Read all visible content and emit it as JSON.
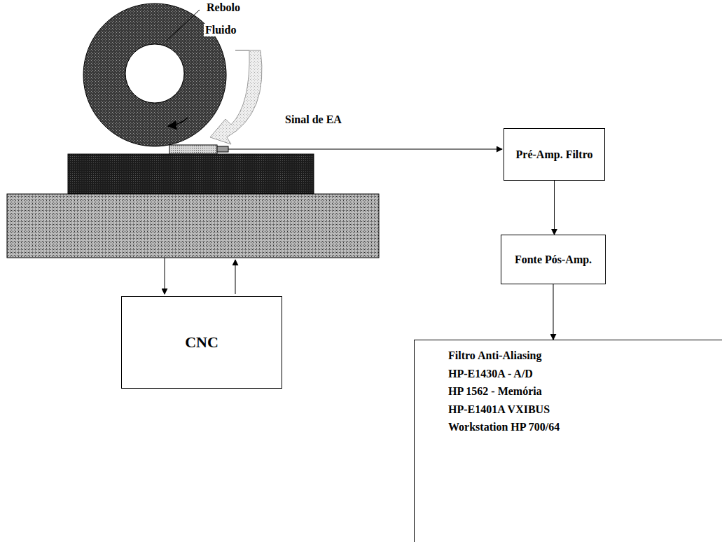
{
  "diagram": {
    "nodes": [
      {
        "text": [
          "Pré-Amp. Filtro"
        ]
      },
      {
        "text": [
          "Fonte Pós-Amp."
        ]
      },
      {
        "text": [
          "CNC"
        ]
      },
      {
        "text": [
          "Filtro Anti-Aliasing",
          "HP-E1430A - A/D",
          "HP 1562 - Memória",
          "HP-E1401A VXIBUS",
          "Workstation HP 700/64"
        ]
      }
    ],
    "edges": [
      {
        "from": 0,
        "to": 1,
        "arrow": "to"
      },
      {
        "from": 1,
        "to": 3,
        "arrow": "to"
      }
    ],
    "labels": [
      "Rebolo",
      "Fluido",
      "Sinal de EA"
    ]
  }
}
